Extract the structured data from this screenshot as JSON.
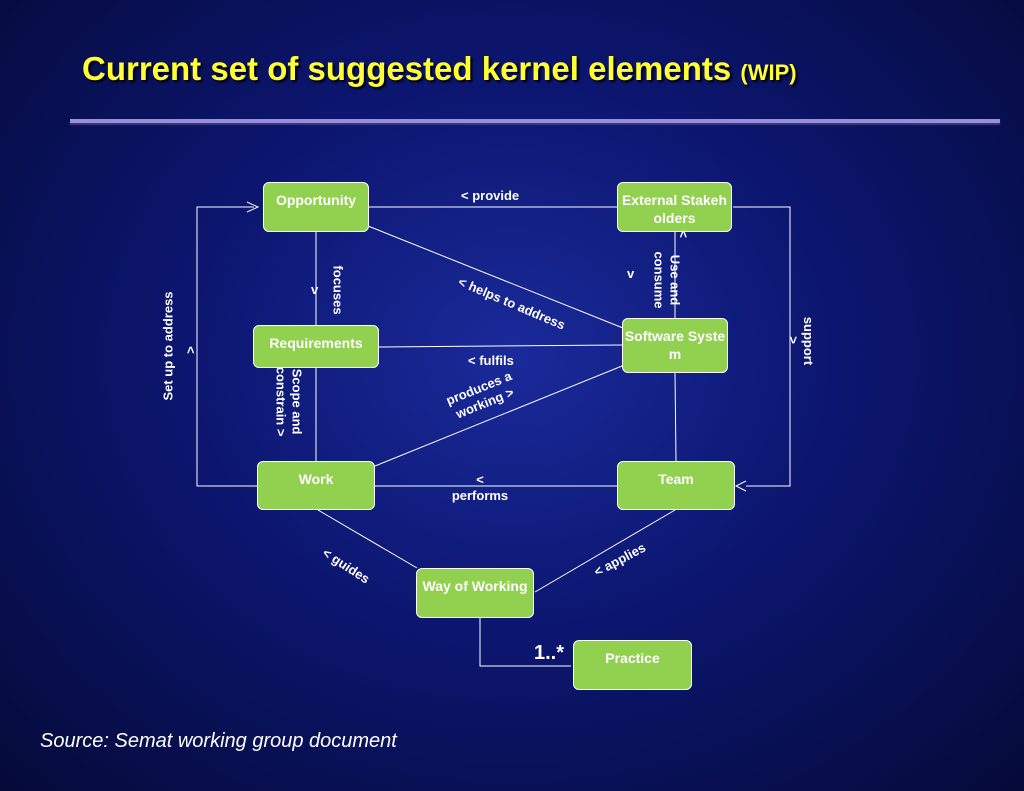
{
  "title": {
    "main": "Current set of suggested kernel elements",
    "wip": "(WIP)"
  },
  "nodes": {
    "opportunity": "Opportunity",
    "stakeholders": "External Stakeholders",
    "requirements": "Requirements",
    "software_system": "Software System",
    "work": "Work",
    "team": "Team",
    "way_of_working": "Way of Working",
    "practice": "Practice"
  },
  "labels": {
    "provide": "< provide",
    "use_and_consume": "Use and consume",
    "use_arrow": "<",
    "use_arrow2": "v",
    "helps_to_address": "< helps to address",
    "focuses": "focuses",
    "focuses_arrow": "v",
    "set_up_to_address": "Set up to address",
    "set_up_arrow": ">",
    "support": "support",
    "support_arrow": ">",
    "fulfils": "< fulfils",
    "scope_and_constrain": "Scope and constrain >",
    "produces": "produces a working >",
    "performs": "< performs",
    "guides": "< guides",
    "applies": "< applies",
    "multiplicity": "1..*"
  },
  "footer": {
    "source": "Source: Semat working group document"
  }
}
